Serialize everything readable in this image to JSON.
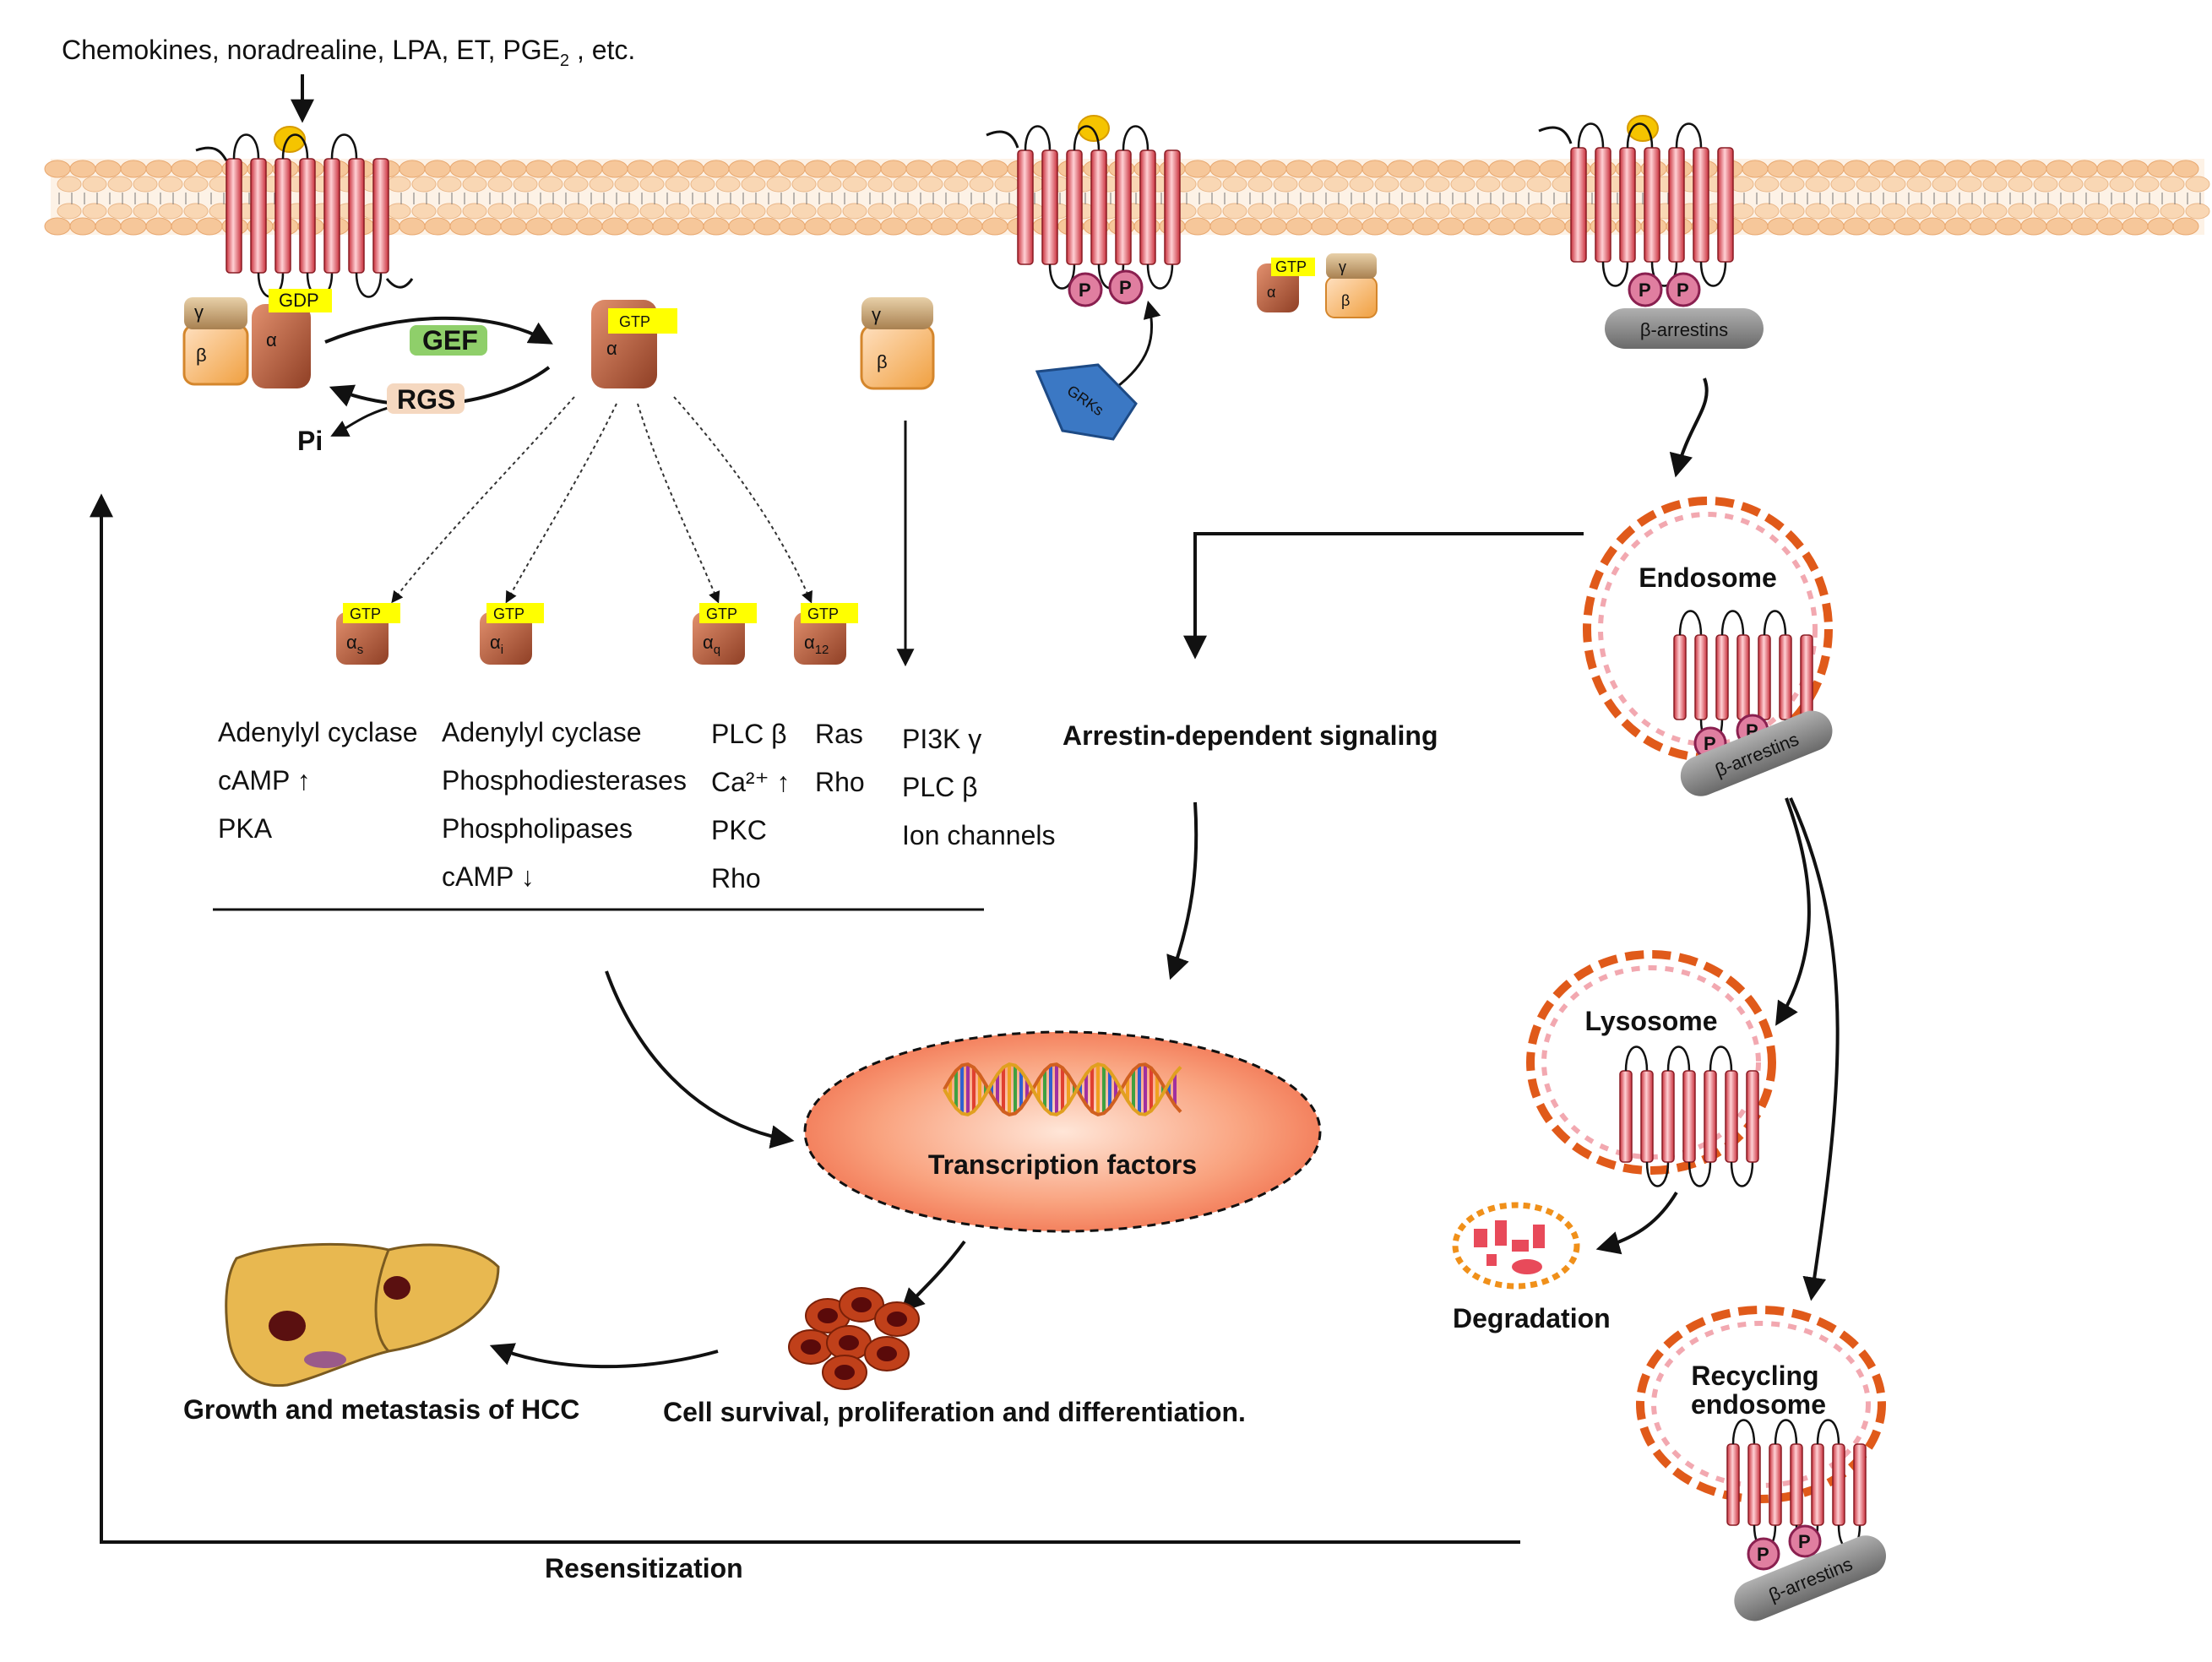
{
  "ligand_label": "Chemokines, noradrealine, LPA, ET, PGE",
  "ligand_label_sub": "2",
  "ligand_label_end": " , etc.",
  "gef_label": "GEF",
  "rgs_label": "RGS",
  "pi_label": "Pi",
  "gdp_label": "GDP",
  "gtp_label": "GTP",
  "alpha_label": "α",
  "beta_label": "β",
  "gamma_label": "γ",
  "grks_label": "GRKs",
  "p_label": "P",
  "arrestins_label": "β-arrestins",
  "endosome_label": "Endosome",
  "lysosome_label": "Lysosome",
  "recycling_label_1": "Recycling",
  "recycling_label_2": "endosome",
  "degradation_label": "Degradation",
  "arrestin_signaling_label": "Arrestin-dependent signaling",
  "transcription_label": "Transcription factors",
  "cell_survival_label": "Cell survival,  proliferation and differentiation.",
  "hcc_label": "Growth and metastasis of HCC",
  "resensitization_label": "Resensitization",
  "subunits": [
    {
      "base": "α",
      "sub": "s"
    },
    {
      "base": "α",
      "sub": "i"
    },
    {
      "base": "α",
      "sub": "q"
    },
    {
      "base": "α",
      "sub": "12"
    }
  ],
  "effector_columns": [
    [
      "Adenylyl cyclase",
      "cAMP ↑",
      "PKA"
    ],
    [
      "Adenylyl cyclase",
      "Phosphodiesterases",
      "Phospholipases",
      "cAMP ↓"
    ],
    [
      "PLC β",
      "Ca²⁺ ↑",
      "PKC",
      "Rho"
    ],
    [
      "Ras",
      "Rho"
    ],
    [
      "PI3K γ",
      "PLC β",
      "Ion channels"
    ]
  ],
  "colors": {
    "membrane": "#f6c79a",
    "helix": "#e0505a",
    "g_alpha": "#b8603f",
    "g_beta": "#f4b35a",
    "g_gamma": "#c9a06a",
    "gtp_box": "#ffff00",
    "arrestin": "#8c8c8c",
    "grk": "#3b78c4",
    "vesicle_border": "#e05a1a",
    "transcription": "#f57d5a"
  }
}
